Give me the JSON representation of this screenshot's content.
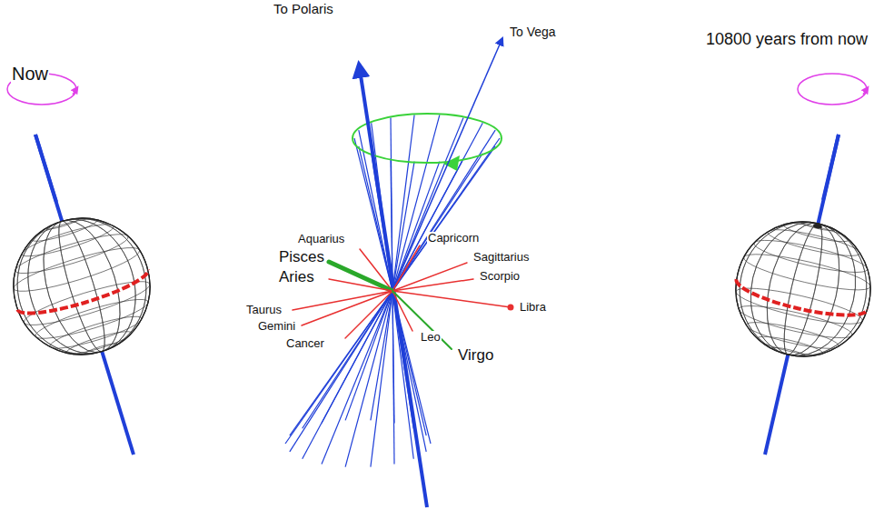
{
  "diagram": {
    "labels": [
      "Now",
      "To Polaris",
      "To Vega",
      "10800 years from now",
      "Aquarius",
      "Capricorn",
      "Pisces",
      "Aries",
      "Sagittarius",
      "Scorpio",
      "Libra",
      "Taurus",
      "Gemini",
      "Cancer",
      "Leo",
      "Virgo"
    ]
  }
}
